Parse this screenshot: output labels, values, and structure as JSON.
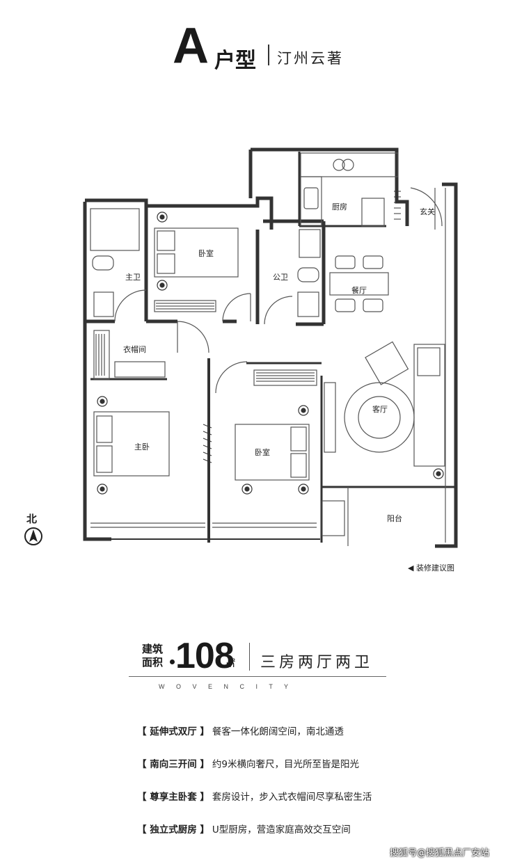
{
  "title": {
    "letter": "A",
    "type": "户型",
    "project": "汀州云著"
  },
  "plan": {
    "rooms": {
      "kitchen": "厨房",
      "entrance": "玄关",
      "bedroom_north": "卧室",
      "master_bath": "主卫",
      "public_bath": "公卫",
      "dining": "餐厅",
      "cloakroom": "衣帽间",
      "living": "客厅",
      "master_bedroom": "主卧",
      "bedroom_south": "卧室",
      "balcony": "阳台"
    },
    "north_label": "北",
    "design_note": "装修建议图"
  },
  "area": {
    "label_top": "建筑",
    "label_bottom": "面积",
    "value": "108",
    "unit": "㎡",
    "layout": "三房两厅两卫"
  },
  "brand": "W O V E N   C I T Y",
  "features": [
    {
      "tag": "【 延伸式双厅 】",
      "desc": "餐客一体化朗阔空间，南北通透"
    },
    {
      "tag": "【 南向三开间 】",
      "desc": "约9米横向奢尺，目光所至皆是阳光"
    },
    {
      "tag": "【 尊享主卧套 】",
      "desc": "套房设计，步入式衣帽间尽享私密生活"
    },
    {
      "tag": "【 独立式厨房 】",
      "desc": "U型厨房，营造家庭高效交互空间"
    }
  ],
  "watermark": "搜狐号@搜狐黑点厂安站"
}
